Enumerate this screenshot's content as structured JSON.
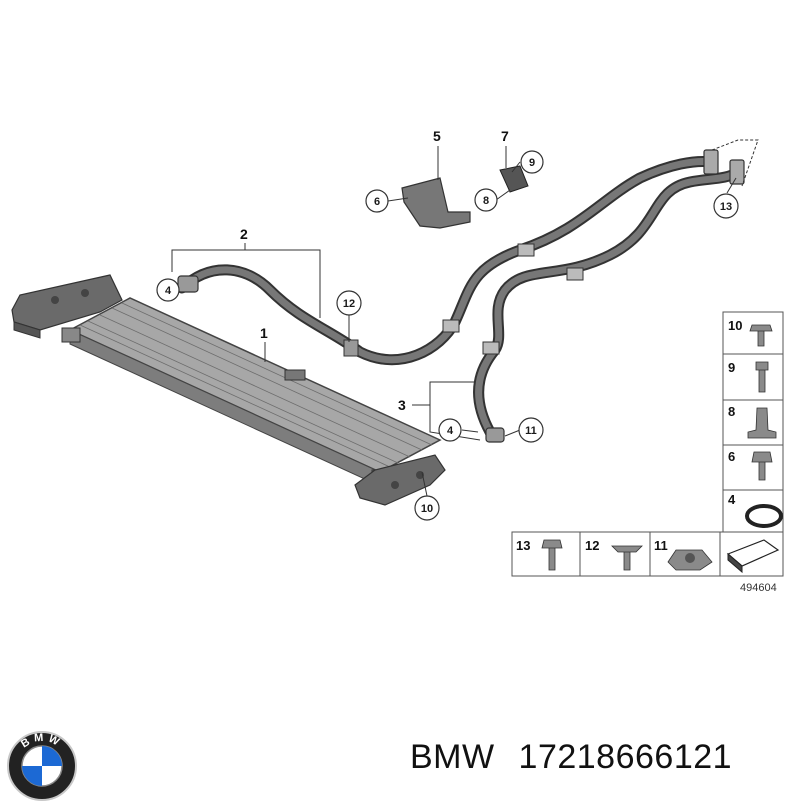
{
  "callouts": {
    "c1": "1",
    "c2": "2",
    "c3": "3",
    "c4a": "4",
    "c4b": "4",
    "c5": "5",
    "c6": "6",
    "c7": "7",
    "c8": "8",
    "c9": "9",
    "c10": "10",
    "c11": "11",
    "c12": "12",
    "c13": "13"
  },
  "legend": {
    "right": [
      "10",
      "9",
      "8",
      "6",
      "4"
    ],
    "bottom": [
      "13",
      "12",
      "11"
    ]
  },
  "drawing_number": "494604",
  "brand": "BMW",
  "part_number": "17218666121",
  "logo": {
    "text": "BMW",
    "colors": {
      "blue": "#1c69d4",
      "white": "#ffffff",
      "black": "#111111",
      "silver": "#c8c8c8"
    }
  },
  "colors": {
    "line": "#333333",
    "hose": "#555555",
    "hose_light": "#8a8a8a",
    "radiator": "#9a9a9a"
  }
}
